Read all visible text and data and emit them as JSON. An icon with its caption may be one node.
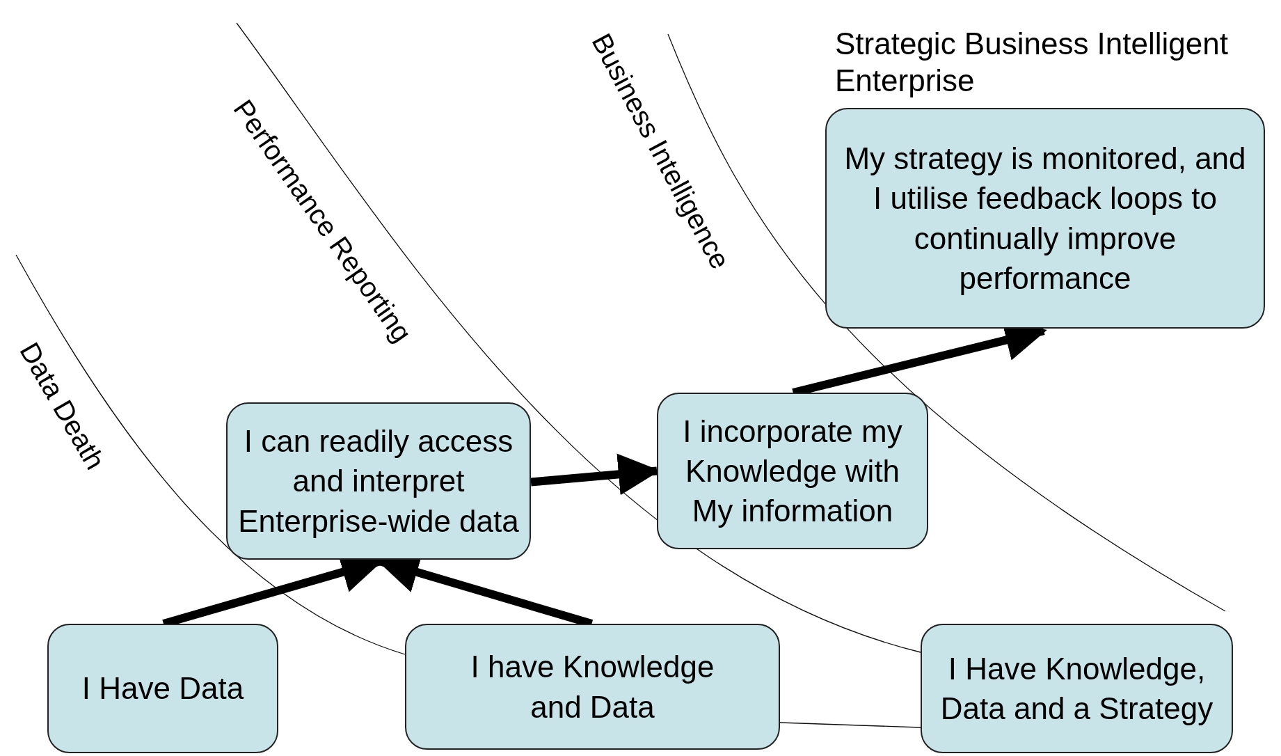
{
  "diagram": {
    "nodes": [
      {
        "text": [
          "Strategic Business Intelligent Enterprise",
          "My strategy is monitored, and I utilise feedback loops to continually improve performance"
        ]
      },
      {
        "text": [
          "I can readily access and interpret Enterprise-wide data"
        ]
      },
      {
        "text": [
          "I incorporate my Knowledge with My information"
        ]
      },
      {
        "text": [
          "I Have Data"
        ]
      },
      {
        "text": [
          "I have Knowledge and Data"
        ]
      },
      {
        "text": [
          "I Have Knowledge, Data and a Strategy"
        ]
      }
    ],
    "edges": [
      {
        "from": 3,
        "to": 1,
        "arrow": "to"
      },
      {
        "from": 4,
        "to": 1,
        "arrow": "to"
      },
      {
        "from": 1,
        "to": 2,
        "arrow": "to"
      },
      {
        "from": 2,
        "to": 0,
        "arrow": "to"
      }
    ],
    "labels": [
      "Data Death",
      "Performance Reporting",
      "Business Intelligence"
    ]
  }
}
